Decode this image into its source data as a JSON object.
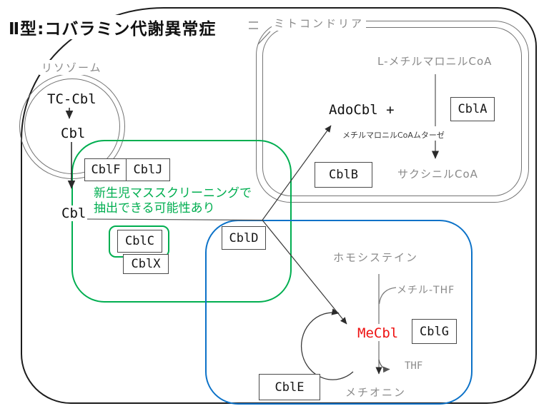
{
  "title": "Ⅱ型:コバラミン代謝異常症",
  "colors": {
    "green": "#00AE50",
    "blue": "#0C72C8",
    "red": "#EE1111",
    "gray": "#8a8a8a",
    "line": "#4a4a4a"
  },
  "lysosome": {
    "label": "リソゾーム",
    "tc_cbl": "TC-Cbl",
    "cbl": "Cbl"
  },
  "cytosol": {
    "cbl": "Cbl",
    "note1": "新生児マススクリーニングで",
    "note2": "抽出できる可能性あり"
  },
  "boxes": {
    "cblf": "CblF",
    "cblj": "CblJ",
    "cblc": "CblC",
    "cblx": "CblX",
    "cbld": "CblD"
  },
  "mito": {
    "label": "ミトコンドリア",
    "substrate": "L-メチルマロニルCoA",
    "enzyme": "メチルマロニルCoAムターゼ",
    "product": "サクシニルCoA",
    "adocbl": "AdoCbl +",
    "cbla": "CblA",
    "cblb": "CblB"
  },
  "cycle": {
    "homocysteine": "ホモシステイン",
    "methyl_thf": "メチル-THF",
    "mecbl": "MeCbl",
    "thf": "THF",
    "methionine": "メチオニン",
    "cblg": "CblG",
    "cble": "CblE"
  }
}
